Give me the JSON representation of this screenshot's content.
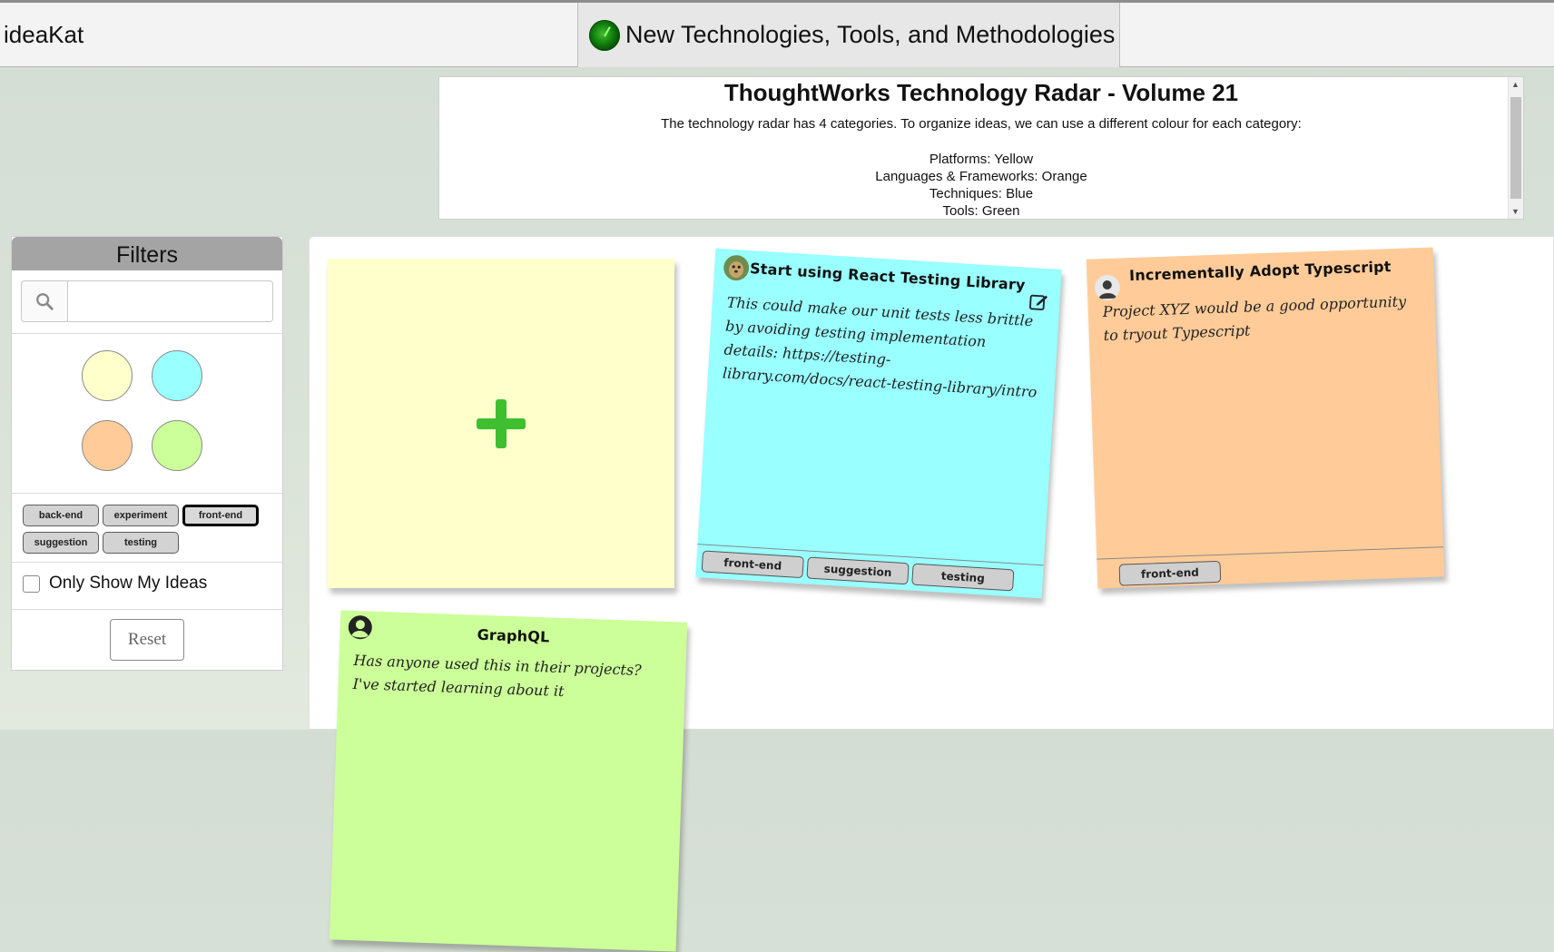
{
  "app": {
    "name": "ideaKat"
  },
  "board": {
    "title": "New Technologies, Tools, and Methodologies",
    "icon": "radar-icon"
  },
  "description": {
    "title": "ThoughtWorks Technology Radar - Volume 21",
    "intro": "The technology radar has 4 categories. To organize ideas, we can use a different colour for each category:",
    "lines": [
      "Platforms: Yellow",
      "Languages & Frameworks: Orange",
      "Techniques: Blue",
      "Tools: Green"
    ]
  },
  "filters": {
    "header": "Filters",
    "search_value": "",
    "colors": [
      "#ffffcc",
      "#99ffff",
      "#ffcc99",
      "#ccff99"
    ],
    "tags": [
      {
        "label": "back-end",
        "selected": false
      },
      {
        "label": "experiment",
        "selected": false
      },
      {
        "label": "front-end",
        "selected": true
      },
      {
        "label": "suggestion",
        "selected": false
      },
      {
        "label": "testing",
        "selected": false
      }
    ],
    "only_mine_label": "Only Show My Ideas",
    "only_mine_checked": false,
    "reset_label": "Reset"
  },
  "notes": [
    {
      "title": "Start using React Testing Library",
      "body": "This could make our unit tests less brittle by avoiding testing implementation details: https://testing-library.com/docs/react-testing-library/intro",
      "color": "#99ffff",
      "tags": [
        "front-end",
        "suggestion",
        "testing"
      ],
      "avatar": "meerkat-avatar",
      "editable": true
    },
    {
      "title": "Incrementally Adopt Typescript",
      "body": "Project XYZ would be a good opportunity to tryout Typescript",
      "color": "#ffcc99",
      "tags": [
        "front-end"
      ],
      "avatar": "person-avatar",
      "editable": false
    },
    {
      "title": "GraphQL",
      "body": "Has anyone used this in their projects? I've started learning about it",
      "color": "#ccff99",
      "tags": [],
      "avatar": "user-circle-icon",
      "editable": false
    }
  ]
}
